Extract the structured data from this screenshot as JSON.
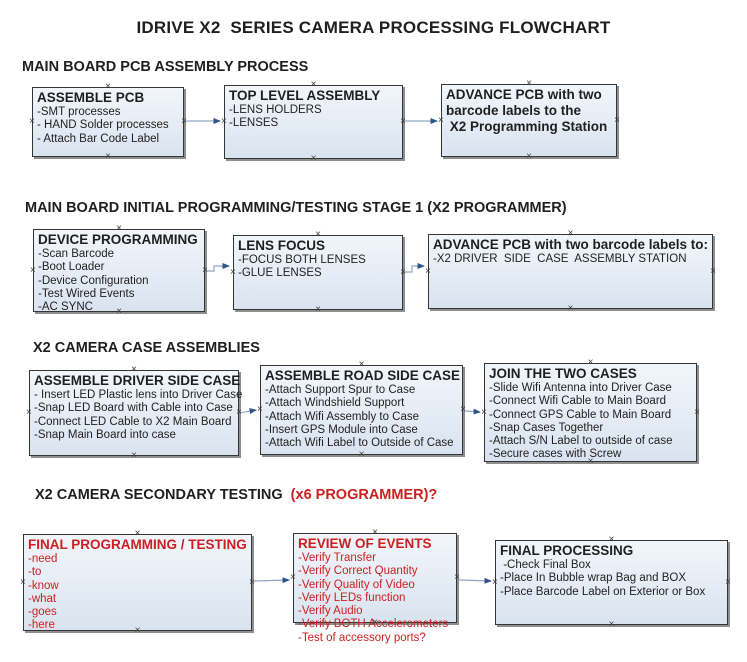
{
  "title": "IDRIVE X2  SERIES CAMERA PROCESSING FLOWCHART",
  "headings": {
    "s1": "MAIN BOARD PCB ASSEMBLY PROCESS",
    "s2": "MAIN BOARD INITIAL PROGRAMMING/TESTING STAGE 1 (X2 PROGRAMMER)",
    "s3": "X2 CAMERA CASE ASSEMBLIES",
    "s4_main": "X2 CAMERA SECONDARY TESTING  ",
    "s4_red": "(x6 PROGRAMMER)?"
  },
  "boxes": [
    {
      "id": "assemble-pcb",
      "title": "ASSEMBLE PCB",
      "items": [
        "-SMT processes",
        "- HAND Solder processes",
        "- Attach Bar Code Label"
      ]
    },
    {
      "id": "top-level-assembly",
      "title": "TOP LEVEL ASSEMBLY",
      "items": [
        "-LENS HOLDERS",
        "-LENSES"
      ]
    },
    {
      "id": "advance-to-programming-station",
      "title_lines": [
        "ADVANCE PCB with two",
        "barcode labels to the",
        " X2 Programming Station"
      ]
    },
    {
      "id": "device-programming",
      "title": "DEVICE PROGRAMMING",
      "items": [
        "-Scan Barcode",
        "-Boot Loader",
        "-Device Configuration",
        "-Test Wired Events",
        "-AC SYNC"
      ]
    },
    {
      "id": "lens-focus",
      "title": "LENS FOCUS",
      "items": [
        "-FOCUS BOTH LENSES",
        "-GLUE LENSES"
      ]
    },
    {
      "id": "advance-to-case-assembly",
      "title": "ADVANCE PCB with two barcode labels to:",
      "items": [
        "-X2 DRIVER  SIDE  CASE  ASSEMBLY STATION"
      ]
    },
    {
      "id": "assemble-driver-side-case",
      "title": "ASSEMBLE DRIVER SIDE CASE",
      "items": [
        "- Insert LED Plastic lens into Driver Case",
        "-Snap LED Board with Cable into Case",
        "-Connect LED Cable to X2 Main Board",
        "-Snap Main Board into case"
      ]
    },
    {
      "id": "assemble-road-side-case",
      "title": "ASSEMBLE ROAD SIDE CASE",
      "items": [
        "-Attach Support Spur to Case",
        "-Attach Windshield Support",
        "-Attach Wifi Assembly to Case",
        "-Insert GPS Module into Case",
        "-Attach Wifi Label to Outside of Case"
      ]
    },
    {
      "id": "join-the-two-cases",
      "title": "JOIN THE TWO CASES",
      "items": [
        "-Slide Wifi Antenna into Driver Case",
        "-Connect Wifi Cable to Main Board",
        "-Connect GPS Cable to Main Board",
        "-Snap Cases Together",
        "-Attach S/N Label to outside of case",
        "-Secure cases with Screw"
      ]
    },
    {
      "id": "final-programming-testing",
      "title": "FINAL PROGRAMMING / TESTING",
      "items": [
        "-need",
        "-to",
        "-know",
        "-what",
        "-goes",
        "-here"
      ],
      "text_color": "red"
    },
    {
      "id": "review-of-events",
      "title": "REVIEW OF EVENTS",
      "items": [
        "-Verify Transfer",
        "-Verify Correct Quantity",
        "-Verify Quality of Video",
        "-Verify LEDs function",
        "-Verify Audio",
        "-Verify BOTH Accelerometers",
        "-Test of accessory ports?"
      ],
      "text_color": "red"
    },
    {
      "id": "final-processing",
      "title": "FINAL PROCESSING",
      "items": [
        " -Check Final Box",
        "-Place In Bubble wrap Bag and BOX",
        "-Place Barcode Label on Exterior or Box"
      ]
    }
  ],
  "colors": {
    "accent_red": "#cc2020",
    "text_black": "#1f1f1f",
    "box_border": "#353535",
    "box_fill_top": "#f2f6fb",
    "box_fill_bottom": "#d9e3ef",
    "box_shadow": "#8f8f8f",
    "connector_line": "#91a6c6",
    "connector_head": "#31548c"
  }
}
